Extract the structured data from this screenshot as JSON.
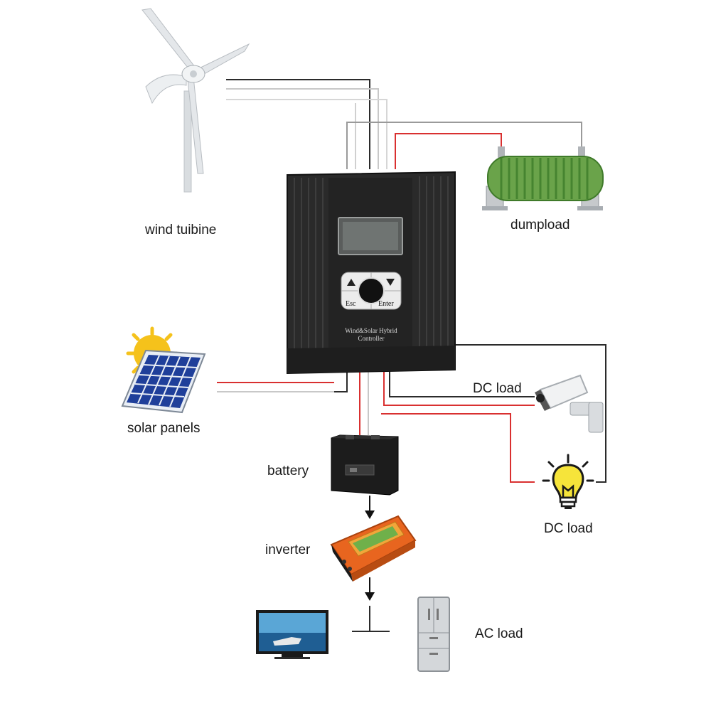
{
  "labels": {
    "wind_turbine": "wind tuibine",
    "dumpload": "dumpload",
    "solar_panels": "solar panels",
    "dc_load_camera": "DC load",
    "battery": "battery",
    "dc_load_bulb": "DC load",
    "inverter": "inverter",
    "ac_load": "AC load"
  },
  "controller": {
    "esc_label": "Esc",
    "enter_label": "Enter",
    "title_line1": "Wind&Solar Hybrid",
    "title_line2": "Controller"
  },
  "colors": {
    "positive_wire": "#d93030",
    "negative_wire": "#2b2b2b",
    "neutral_wire": "#c8c8c8",
    "controller_body": "#2a2a2a",
    "inverter_body": "#e8651f",
    "dumpload_body": "#6aa34a",
    "bulb": "#f6e43a",
    "sun": "#f5c21b",
    "solar_cell": "#1f3f9a"
  },
  "icons": [
    "wind-turbine-icon",
    "dumpload-resistor-icon",
    "solar-panel-icon",
    "sun-icon",
    "cctv-camera-icon",
    "light-bulb-icon",
    "battery-icon",
    "inverter-icon",
    "tv-icon",
    "refrigerator-icon",
    "arrow-down-icon"
  ]
}
